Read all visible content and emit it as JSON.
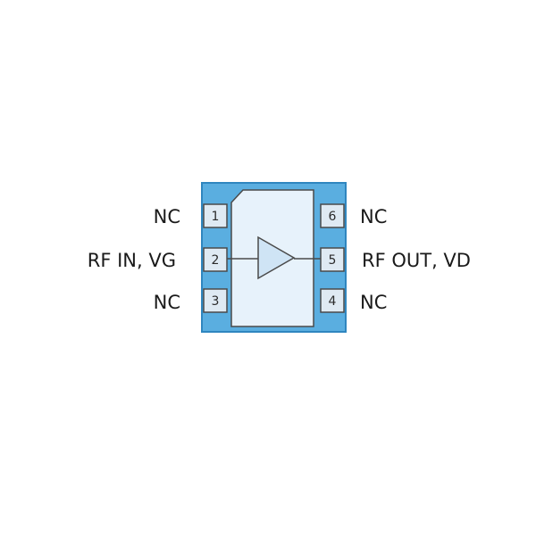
{
  "colors": {
    "package_fill": "#5aaee0",
    "package_stroke": "#2f86bf",
    "die_fill": "#e7f2fb",
    "die_stroke": "#4a4a4a",
    "pad_fill": "#dfeaf3",
    "pad_stroke": "#4a4a4a",
    "amplifier_fill": "#cfe4f5",
    "line": "#4a4a4a",
    "text": "#1a1a1a"
  },
  "icons": {
    "amplifier": "amplifier-triangle-icon"
  },
  "pins": [
    {
      "number": "1",
      "label": "NC",
      "side": "left"
    },
    {
      "number": "2",
      "label": "RF IN, VG",
      "side": "left"
    },
    {
      "number": "3",
      "label": "NC",
      "side": "left"
    },
    {
      "number": "4",
      "label": "NC",
      "side": "right"
    },
    {
      "number": "5",
      "label": "RF OUT, VD",
      "side": "right"
    },
    {
      "number": "6",
      "label": "NC",
      "side": "right"
    }
  ]
}
